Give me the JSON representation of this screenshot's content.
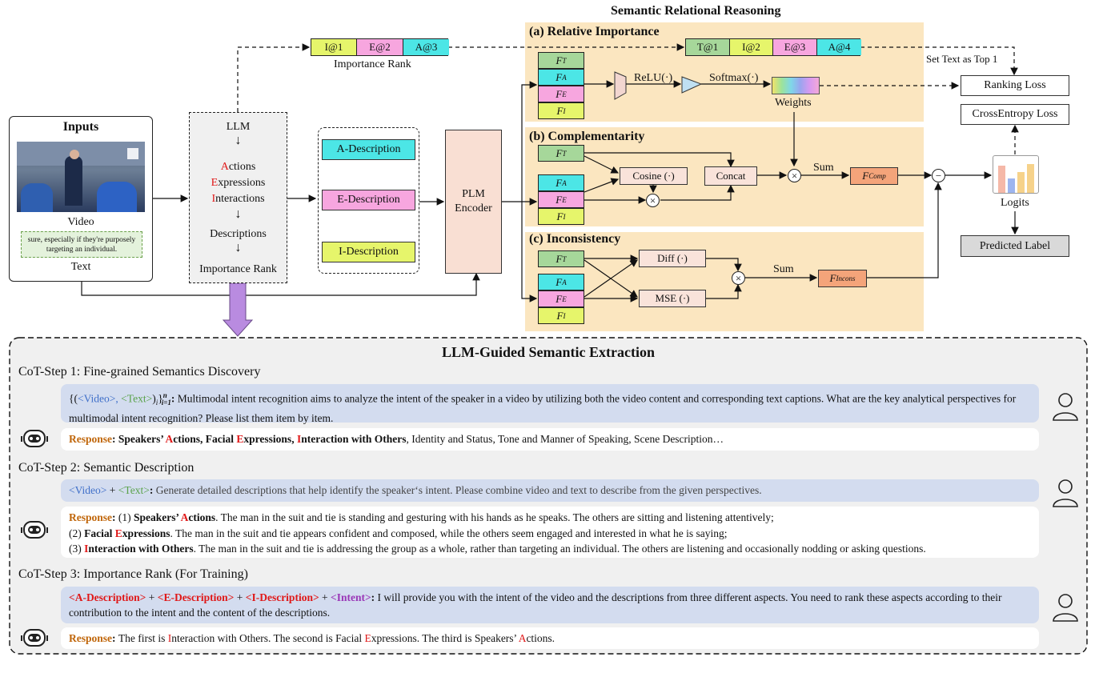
{
  "diagram": {
    "section_title": "Semantic Relational Reasoning",
    "importance_rank": {
      "cells": [
        "I@1",
        "E@2",
        "A@3"
      ],
      "caption": "Importance Rank"
    },
    "inputs": {
      "title": "Inputs",
      "video_label": "Video",
      "text_snippet": "sure, especially if they're purposely targeting an individual.",
      "text_label": "Text"
    },
    "llm_box": {
      "llm": "LLM",
      "aspects": [
        {
          "first": "A",
          "rest": "ctions"
        },
        {
          "first": "E",
          "rest": "xpressions"
        },
        {
          "first": "I",
          "rest": "nteractions"
        }
      ],
      "descriptions": "Descriptions",
      "rank": "Importance Rank"
    },
    "descriptions": [
      "A-Description",
      "E-Description",
      "I-Description"
    ],
    "plm": "PLM\nEncoder",
    "relative": {
      "title": "(a) Relative Importance",
      "rank_cells": [
        "T@1",
        "I@2",
        "E@3",
        "A@4"
      ],
      "set_text": "Set Text as Top 1",
      "relu": "ReLU(·)",
      "softmax": "Softmax(·)",
      "weights": "Weights"
    },
    "comp": {
      "title": "(b) Complementarity",
      "cosine": "Cosine (·)",
      "concat": "Concat",
      "sum": "Sum",
      "out": "Comp"
    },
    "incons": {
      "title": "(c) Inconsistency",
      "diff": "Diff (·)",
      "mse": "MSE (·)",
      "sum": "Sum",
      "out": "Incons"
    },
    "losses": {
      "ranking": "Ranking Loss",
      "ce": "CrossEntropy Loss"
    },
    "logits": "Logits",
    "predicted": "Predicted Label",
    "features": {
      "F": "F",
      "T": "T",
      "A": "A",
      "E": "E",
      "I": "I"
    }
  },
  "extraction": {
    "title": "LLM-Guided Semantic Extraction",
    "step1": {
      "title": "CoT-Step 1: Fine-grained Semantics Discovery",
      "prompt_prefix": "{(",
      "prompt_video": "<Video>,",
      "prompt_text": "<Text>",
      "prompt_suffix": ")",
      "prompt_sub": "i",
      "prompt_set": "}",
      "prompt_range": "n",
      "prompt_range_sub": "i=1",
      "prompt_colon": ":",
      "prompt_body": "Multimodal intent recognition aims to analyze the intent of the speaker in a video by utilizing both the video content and corresponding text captions. What are the key analytical perspectives for multimodal intent recognition? Please list them item by item.",
      "response_label": "Response",
      "response_bold": [
        {
          "pre": "Speakers’ ",
          "hl": "A",
          "post": "ctions, "
        },
        {
          "pre": "Facial ",
          "hl": "E",
          "post": "xpressions, "
        },
        {
          "pre": "",
          "hl": "I",
          "post": "nteraction with Others"
        }
      ],
      "response_rest": ", Identity and Status, Tone and Manner of Speaking, Scene Description…"
    },
    "step2": {
      "title": "CoT-Step 2: Semantic Description",
      "prompt_video": "<Video>",
      "plus": "+",
      "prompt_text": "<Text>",
      "prompt_body": "Generate detailed descriptions that help identify the speaker‘s intent. Please combine video and text to describe from the given perspectives.",
      "response_label": "Response",
      "lines": [
        {
          "num": "(1)",
          "pre": "Speakers’ ",
          "hl": "A",
          "post": "ctions",
          "text": ". The man in the suit and tie is standing and gesturing with his hands as he speaks. The others are sitting and listening attentively;"
        },
        {
          "num": "(2)",
          "pre": "Facial ",
          "hl": "E",
          "post": "xpressions",
          "text": ". The man in the suit and tie appears confident and composed, while the others seem engaged and interested in what he is saying;"
        },
        {
          "num": "(3)",
          "pre": "",
          "hl": "I",
          "post": "nteraction with Others",
          "text": ". The man in the suit and tie is addressing the group as a whole, rather than targeting an individual. The others are listening and occasionally nodding or asking questions."
        }
      ]
    },
    "step3": {
      "title": "CoT-Step 3: Importance Rank (For Training)",
      "tags": [
        "<A-Description>",
        "<E-Description>",
        "<I-Description>"
      ],
      "intent_tag": "<Intent>",
      "plus": "+",
      "prompt_body": "I will provide you with the intent of the video and the descriptions from three different aspects. You need to rank these aspects according to their contribution to the intent and the content of the descriptions.",
      "response_label": "Response",
      "response_parts": [
        "The first is ",
        "I",
        "nteraction with Others. The second is Facial ",
        "E",
        "xpressions. The third is Speakers’ ",
        "A",
        "ctions."
      ]
    }
  },
  "colors": {
    "panel_bg": "#fbe6c0",
    "extraction_bg": "#f0f0f0",
    "prompt_bg": "#d3dcef",
    "feature_T": "#a6d79a",
    "feature_A": "#4ce6e6",
    "feature_E": "#f7a6df",
    "feature_I": "#e6f56b",
    "plm": "#f9dfd3",
    "comp_out": "#f4a47a",
    "arrow_down": "#b98be0",
    "highlight_red": "#e01818",
    "response_orange": "#c0660a"
  }
}
